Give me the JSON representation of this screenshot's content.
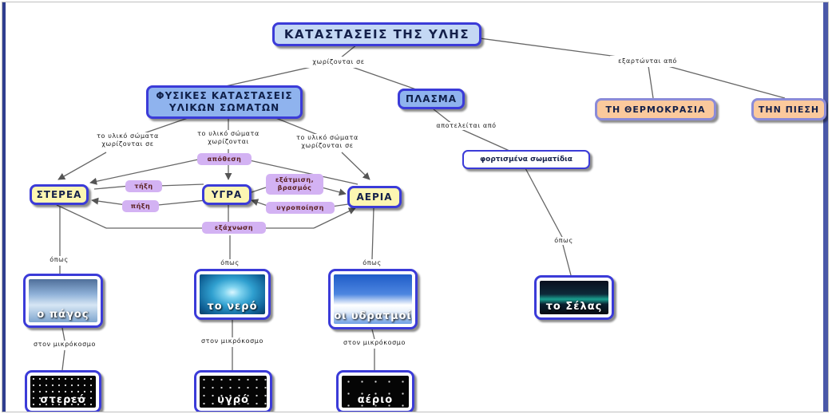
{
  "title": "ΚΑΤΑΣΤΑΣΕΙΣ ΤΗΣ ΥΛΗΣ",
  "links": {
    "divided_into": "χωρίζονται σε",
    "depend_on": "εξαρτώνται από",
    "consists_of": "αποτελείται από",
    "solid_divided": "το υλικό σώματα χωρίζονται σε",
    "liquid_divided": "το υλικό σώματα χωρίζονται",
    "gas_divided": "το υλικό σώματα χωρίζονται σε",
    "such_as": "όπως",
    "microcosm": "στον μικρόκοσμο"
  },
  "nodes": {
    "physical_states": "ΦΥΣΙΚΕΣ ΚΑΤΑΣΤΑΣΕΙΣ ΥΛΙΚΩΝ ΣΩΜΑΤΩΝ",
    "plasma": "ΠΛΑΣΜΑ",
    "temperature": "ΤΗ ΘΕΡΜΟΚΡΑΣΙΑ",
    "pressure": "ΤΗΝ ΠΙΕΣΗ",
    "solids": "ΣΤΕΡΕΑ",
    "liquids": "ΥΓΡΑ",
    "gases": "ΑΕΡΙΑ",
    "charged_particles": "φορτισμένα σωματίδια"
  },
  "transitions": {
    "deposition": "απόθεση",
    "melting": "τήξη",
    "freezing": "πήξη",
    "evaporation": "εξάτμιση, βρασμός",
    "condensation": "υγροποίηση",
    "sublimation": "εξάχνωση"
  },
  "examples": {
    "ice": "ο πάγος",
    "water": "το νερό",
    "clouds": "οι υδρατμοί",
    "aurora": "το Σέλας",
    "solid": "στερεό",
    "liquid": "υγρό",
    "gas": "αέριο"
  },
  "colors": {
    "node_border": "#3b3bd8",
    "title_fill": "#c4d8f4",
    "blue_fill": "#8fb3ee",
    "yellow_fill": "#fdf6b2",
    "orange_fill": "#fbc99c",
    "pill_fill": "#d3b2f3",
    "line": "#666666"
  }
}
